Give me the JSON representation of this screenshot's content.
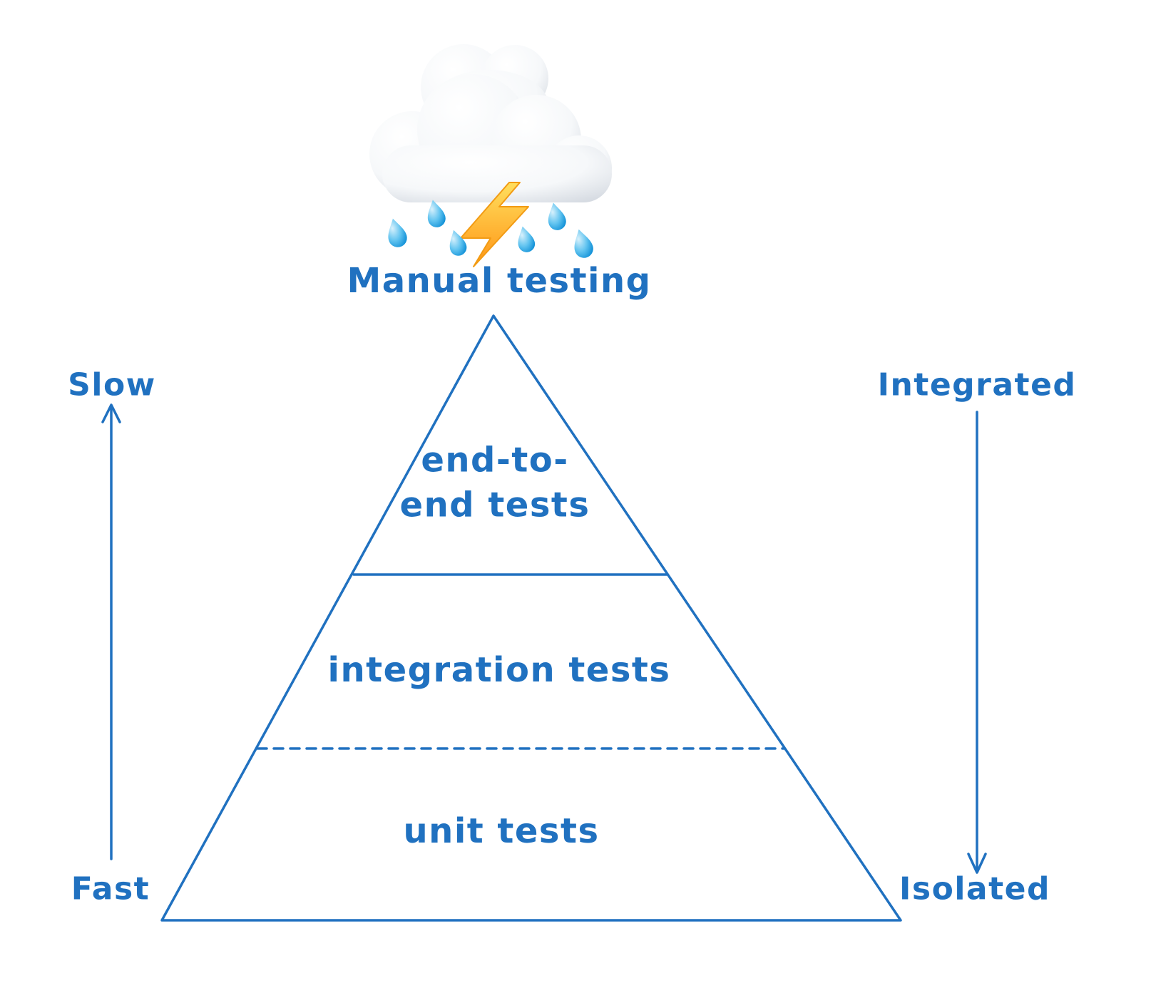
{
  "colors": {
    "accent_blue": "#2071c0",
    "bolt_yellow": "#ffb319",
    "drop_blue": "#2aa7e8",
    "cloud_white": "#ffffff"
  },
  "cloud": {
    "icon": "storm-cloud-icon",
    "label": "Manual testing"
  },
  "pyramid": {
    "levels": [
      {
        "name": "end-to-end",
        "lines": [
          "end-to-",
          "end tests"
        ],
        "divider_below": "solid"
      },
      {
        "name": "integration",
        "label": "integration tests",
        "divider_below": "dashed"
      },
      {
        "name": "unit",
        "label": "unit tests"
      }
    ]
  },
  "axes": {
    "left": {
      "top": "Slow",
      "bottom": "Fast",
      "direction": "up"
    },
    "right": {
      "top": "Integrated",
      "bottom": "Isolated",
      "direction": "down"
    }
  }
}
